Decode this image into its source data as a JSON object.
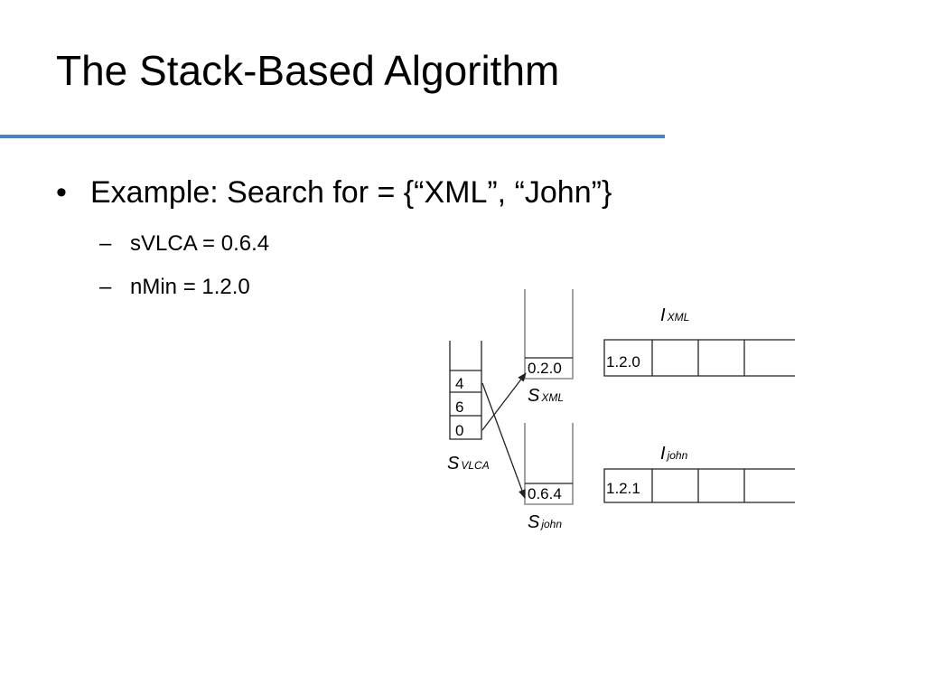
{
  "slide": {
    "title": "The Stack-Based Algorithm",
    "accent_color": "#4F81BD"
  },
  "bullets": {
    "main_marker": "•",
    "main": "Example: Search for = {“XML”, “John”}",
    "sub_marker": "–",
    "subs": [
      "sVLCA = 0.6.4",
      "nMin = 1.2.0"
    ]
  },
  "diagram": {
    "svlca_stack": {
      "label_main": "S",
      "label_sub": "VLCA",
      "cells": [
        "4",
        "6",
        "0"
      ]
    },
    "sxml_stack": {
      "label_main": "S",
      "label_sub": "XML",
      "top_value": "0.2.0"
    },
    "sjohn_stack": {
      "label_main": "S",
      "label_sub": "john",
      "top_value": "0.6.4"
    },
    "ixml_list": {
      "label_main": "I",
      "label_sub": "XML",
      "first_value": "1.2.0"
    },
    "ijohn_list": {
      "label_main": "I",
      "label_sub": "john",
      "first_value": "1.2.1"
    }
  }
}
